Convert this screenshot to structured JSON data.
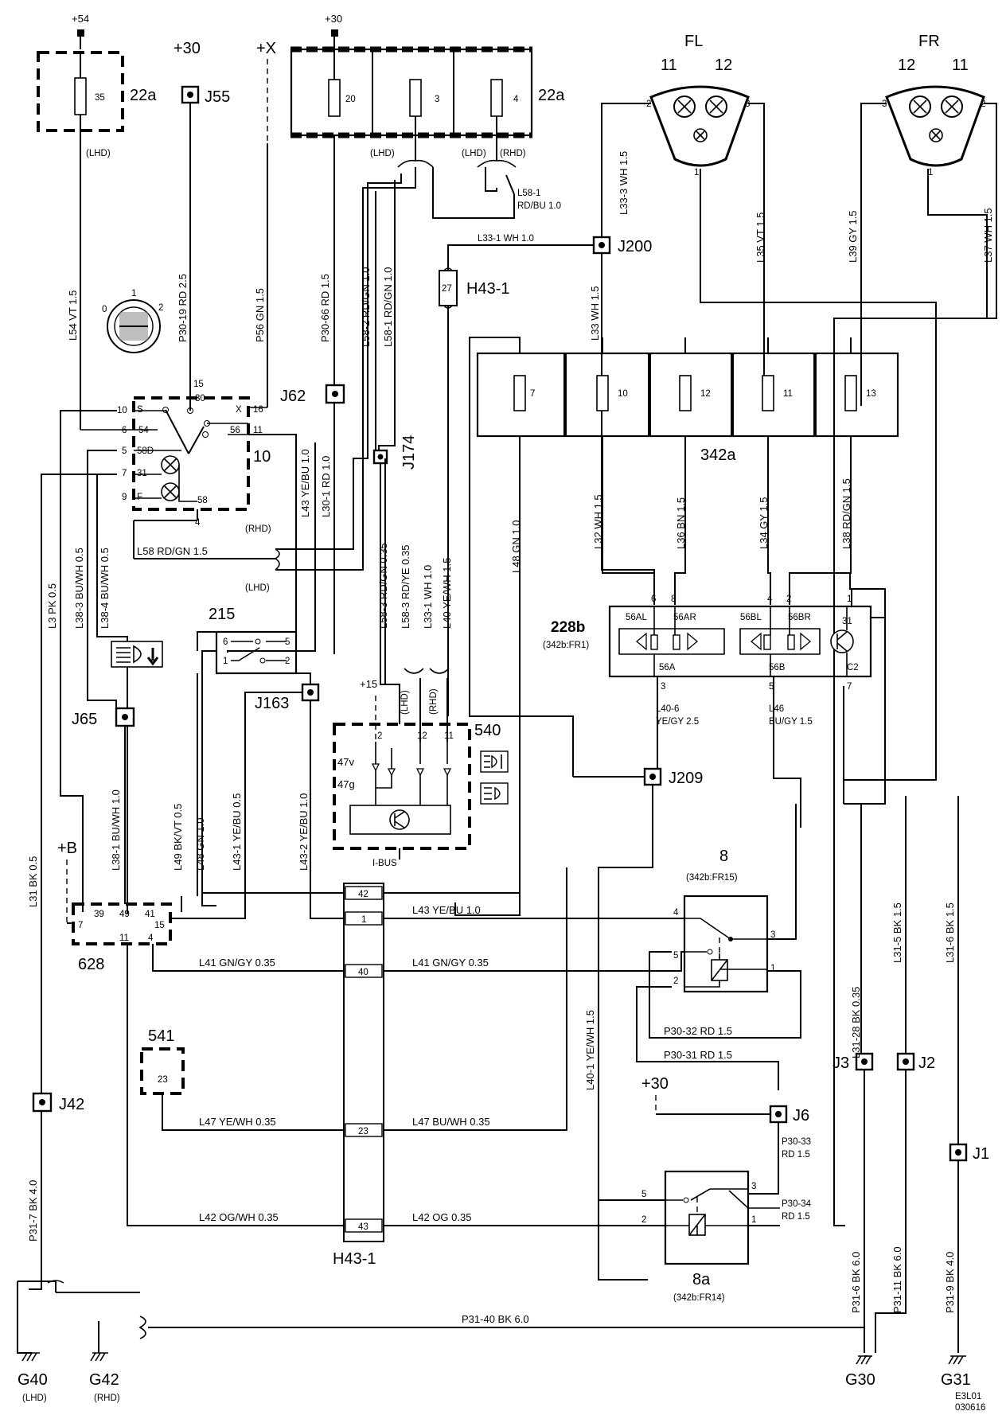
{
  "supply_labels": {
    "plus54": "+54",
    "plus30_a": "+30",
    "plus30_b": "+30",
    "plusX": "+X",
    "plus15": "+15",
    "plusB": "+B",
    "plus30_c": "+30"
  },
  "fuses": {
    "box_left": {
      "label": "22a",
      "fuse": "35",
      "note": "(LHD)"
    },
    "box_right": {
      "label": "22a",
      "fuses": [
        "20",
        "3",
        "4"
      ],
      "note_lhd_1": "(LHD)",
      "note_lhd_2": "(LHD)",
      "note_rhd": "(RHD)"
    },
    "box_342a": {
      "label": "342a",
      "fuses": [
        "7",
        "10",
        "12",
        "11",
        "13"
      ]
    }
  },
  "junctions": {
    "j55": "J55",
    "j62": "J62",
    "j174": "J174",
    "j200": "J200",
    "j163": "J163",
    "j65": "J65",
    "j209": "J209",
    "j42": "J42",
    "j3": "J3",
    "j2": "J2",
    "j6": "J6",
    "j1": "J1"
  },
  "lamps": {
    "fl": {
      "label": "FL",
      "p11": "11",
      "p12": "12",
      "pin2": "2",
      "pin3": "3",
      "pin1": "1"
    },
    "fr": {
      "label": "FR",
      "p12": "12",
      "p11": "11",
      "pin3": "3",
      "pin2": "2",
      "pin1": "1"
    }
  },
  "components": {
    "c10": {
      "label": "10",
      "pins": [
        "10",
        "6",
        "5",
        "7",
        "9",
        "4",
        "15",
        "16",
        "11"
      ],
      "terms": [
        "S",
        "54",
        "58D",
        "31",
        "F",
        "30",
        "X",
        "56",
        "58"
      ],
      "switch_nums": [
        "0",
        "1",
        "2"
      ]
    },
    "c215": {
      "label": "215",
      "pins": [
        "6",
        "5",
        "1",
        "2"
      ]
    },
    "c540": {
      "label": "540",
      "pins": [
        "2",
        "12",
        "11"
      ],
      "p47v": "47v",
      "p47g": "47g",
      "ibus": "I-BUS",
      "lhd": "(LHD)",
      "rhd": "(RHD)"
    },
    "c228b": {
      "label": "228b",
      "sub": "(342b:FR1)",
      "top_pins": [
        "6",
        "8",
        "4",
        "2",
        "1"
      ],
      "terms": [
        "56AL",
        "56AR",
        "56BL",
        "56BR",
        "31",
        "56A",
        "56B",
        "C2"
      ],
      "bottom_pins": [
        "3",
        "5",
        "7"
      ]
    },
    "h43_1_top": {
      "label": "H43-1",
      "pin": "27"
    },
    "h43_1": {
      "label": "H43-1",
      "pins": [
        "42",
        "1",
        "40",
        "23",
        "43"
      ]
    },
    "c628": {
      "label": "628",
      "pins": [
        "7",
        "39",
        "49",
        "41",
        "15",
        "11",
        "4"
      ]
    },
    "c541": {
      "label": "541",
      "pin": "23"
    },
    "relay8": {
      "label": "8",
      "sub": "(342b:FR15)",
      "pins": [
        "4",
        "5",
        "2",
        "3",
        "1"
      ]
    },
    "relay8a": {
      "label": "8a",
      "sub": "(342b:FR14)",
      "pins": [
        "5",
        "2",
        "3",
        "1"
      ]
    }
  },
  "grounds": {
    "g40": "G40",
    "g40_note": "(LHD)",
    "g42": "G42",
    "g42_note": "(RHD)",
    "g30": "G30",
    "g31": "G31"
  },
  "wires": {
    "l54": "L54  VT  1.5",
    "p30_19": "P30-19  RD  2.5",
    "p56": "P56  GN  1.5",
    "p30_66": "P30-66  RD  1.5",
    "l58_2": "L58-2  RD/GN  1.0",
    "l58_1v": "L58-1  RD/GN  1.0",
    "l58_1a": "L58-1",
    "l58_1b": "RD/BU 1.0",
    "l33_1top": "L33-1   WH   1.0",
    "l33_3": "L33-3  WH  1.5",
    "l33_wh": "L33  WH  1.5",
    "l35": "L35  VT  1.5",
    "l39": "L39  GY  1.5",
    "l37": "L37  WH  1.5",
    "l43v": "L43  YE/BU  1.0",
    "l30_1": "L30-1  RD  1.0",
    "l58h": "L58  RD/GN  1.5",
    "rhd": "(RHD)",
    "lhd": "(LHD)",
    "l3": "L3  PK  0.5",
    "l38_3": "L38-3  BU/WH  0.5",
    "l38_4": "L38-4  BU/WH  0.5",
    "l58_3a": "L58-3  RD/GN  0.35",
    "l58_3b": "L58-3  RD/YE  0.35",
    "l33_1v": "L33-1  WH  1.0",
    "l40": "L40  YE/WH  1.5",
    "l48v": "L48  GN  1.0",
    "l32": "L32  WH  1.5",
    "l36": "L36  BN  1.5",
    "l34": "L34  GY  1.5",
    "l38": "L38  RD/GN  1.5",
    "l40_6a": "L40-6",
    "l40_6b": "YE/GY  2.5",
    "l46a": "L46",
    "l46b": "BU/GY  1.5",
    "l38_1": "L38-1  BU/WH  1.0",
    "l49": "L49  BK/VT  0.5",
    "l48b": "L48  GN  1.0",
    "l43_1": "L43-1  YE/BU  0.5",
    "l43_2": "L43-2  YE/BU  1.0",
    "l43h": "L43   YE/BU   1.0",
    "l41a": "L41   GN/GY  0.35",
    "l41b": "L41   GN/GY    0.35",
    "l47a": "L47   YE/WH  0.35",
    "l47b": "L47   BU/WH  0.35",
    "l42a": "L42   OG/WH  0.35",
    "l42b": "L42    OG   0.35",
    "l31": "L31  BK  0.5",
    "p31_7": "P31-7  BK  4.0",
    "l40_1": "L40-1  YE/WH  1.5",
    "p30_32": "P30-32   RD    1.5",
    "p30_31": "P30-31   RD    1.5",
    "p30_33a": "P30-33",
    "p30_33b": "RD  1.5",
    "p30_34a": "P30-34",
    "p30_34b": "RD  1.5",
    "l31_28": "L31-28  BK  0.35",
    "l31_5": "L31-5  BK  1.5",
    "l31_6": "L31-6  BK  1.5",
    "p31_6": "P31-6  BK  6.0",
    "p31_11": "P31-11  BK  6.0",
    "p31_9": "P31-9  BK  4.0",
    "p31_40": "P31-40  BK    6.0"
  },
  "footer": {
    "code1": "E3L01",
    "code2": "030616"
  }
}
